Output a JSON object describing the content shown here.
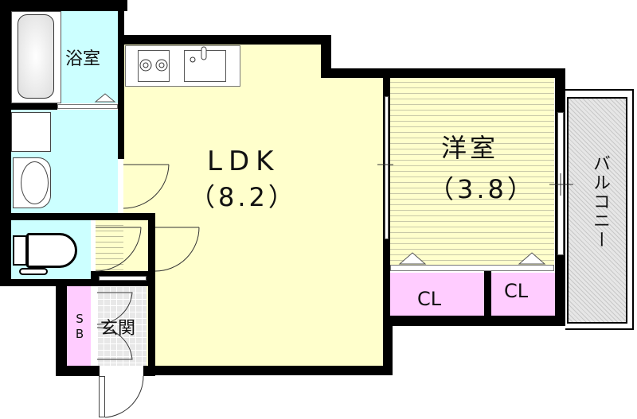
{
  "floor_plan": {
    "colors": {
      "wall": "#000000",
      "ldk_floor": "#FFFFCC",
      "western_floor": "#FFFFCC",
      "wet_area": "#CCFFFF",
      "closet": "#FFCCFF",
      "balcony": "#DDDDDD",
      "entrance_tile": "#E0E0E0"
    },
    "rooms": {
      "bathroom": {
        "label": "浴室"
      },
      "ldk": {
        "label": "LDK",
        "size": "（8.2）"
      },
      "western_room": {
        "label": "洋室",
        "size": "（3.8）"
      },
      "balcony": {
        "label": "バルコニー"
      },
      "closet_1": {
        "label": "CL"
      },
      "closet_2": {
        "label": "CL"
      },
      "shoe_box": {
        "label": "SB"
      },
      "entrance": {
        "label": "玄関"
      }
    }
  }
}
